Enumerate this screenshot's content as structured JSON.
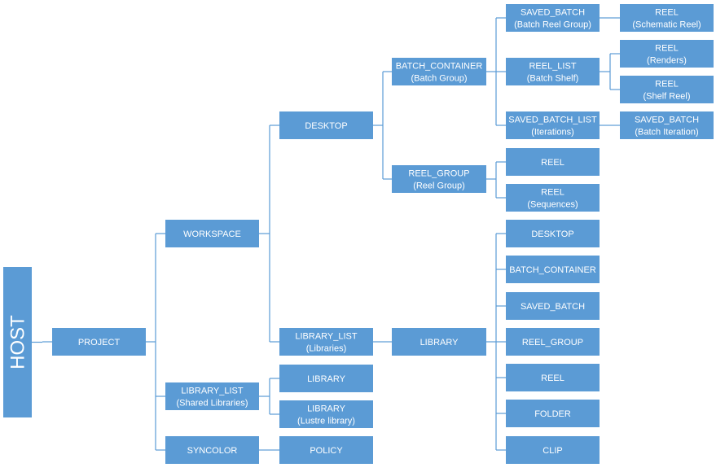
{
  "nodes": {
    "host": {
      "lines": [
        "HOST"
      ]
    },
    "project": {
      "lines": [
        "PROJECT"
      ]
    },
    "workspace": {
      "lines": [
        "WORKSPACE"
      ]
    },
    "library_list_shared": {
      "lines": [
        "LIBRARY_LIST",
        "(Shared Libraries)"
      ]
    },
    "syncolor": {
      "lines": [
        "SYNCOLOR"
      ]
    },
    "desktop": {
      "lines": [
        "DESKTOP"
      ]
    },
    "library_list": {
      "lines": [
        "LIBRARY_LIST",
        "(Libraries)"
      ]
    },
    "library_shared": {
      "lines": [
        "LIBRARY"
      ]
    },
    "library_lustre": {
      "lines": [
        "LIBRARY",
        "(Lustre library)"
      ]
    },
    "policy": {
      "lines": [
        "POLICY"
      ]
    },
    "batch_container": {
      "lines": [
        "BATCH_CONTAINER",
        "(Batch Group)"
      ]
    },
    "reel_group": {
      "lines": [
        "REEL_GROUP",
        "(Reel Group)"
      ]
    },
    "library": {
      "lines": [
        "LIBRARY"
      ]
    },
    "saved_batch": {
      "lines": [
        "SAVED_BATCH",
        "(Batch Reel Group)"
      ]
    },
    "reel_list": {
      "lines": [
        "REEL_LIST",
        "(Batch Shelf)"
      ]
    },
    "saved_batch_list": {
      "lines": [
        "SAVED_BATCH_LIST",
        "(Iterations)"
      ]
    },
    "reel_rg": {
      "lines": [
        "REEL"
      ]
    },
    "reel_sequences": {
      "lines": [
        "REEL",
        "(Sequences)"
      ]
    },
    "lib_desktop": {
      "lines": [
        "DESKTOP"
      ]
    },
    "lib_batch_container": {
      "lines": [
        "BATCH_CONTAINER"
      ]
    },
    "lib_saved_batch": {
      "lines": [
        "SAVED_BATCH"
      ]
    },
    "lib_reel_group": {
      "lines": [
        "REEL_GROUP"
      ]
    },
    "lib_reel": {
      "lines": [
        "REEL"
      ]
    },
    "lib_folder": {
      "lines": [
        "FOLDER"
      ]
    },
    "lib_clip": {
      "lines": [
        "CLIP"
      ]
    },
    "reel_schematic": {
      "lines": [
        "REEL",
        "(Schematic Reel)"
      ]
    },
    "reel_renders": {
      "lines": [
        "REEL",
        "(Renders)"
      ]
    },
    "reel_shelf": {
      "lines": [
        "REEL",
        "(Shelf Reel)"
      ]
    },
    "saved_batch_iter": {
      "lines": [
        "SAVED_BATCH",
        "(Batch Iteration)"
      ]
    }
  },
  "edges": [
    [
      "host",
      "project"
    ],
    [
      "project",
      "workspace"
    ],
    [
      "project",
      "library_list_shared"
    ],
    [
      "project",
      "syncolor"
    ],
    [
      "workspace",
      "desktop"
    ],
    [
      "workspace",
      "library_list"
    ],
    [
      "library_list_shared",
      "library_shared"
    ],
    [
      "library_list_shared",
      "library_lustre"
    ],
    [
      "syncolor",
      "policy"
    ],
    [
      "desktop",
      "batch_container"
    ],
    [
      "desktop",
      "reel_group"
    ],
    [
      "library_list",
      "library"
    ],
    [
      "batch_container",
      "saved_batch"
    ],
    [
      "batch_container",
      "reel_list"
    ],
    [
      "batch_container",
      "saved_batch_list"
    ],
    [
      "reel_group",
      "reel_rg"
    ],
    [
      "reel_group",
      "reel_sequences"
    ],
    [
      "library",
      "lib_desktop"
    ],
    [
      "library",
      "lib_batch_container"
    ],
    [
      "library",
      "lib_saved_batch"
    ],
    [
      "library",
      "lib_reel_group"
    ],
    [
      "library",
      "lib_reel"
    ],
    [
      "library",
      "lib_folder"
    ],
    [
      "library",
      "lib_clip"
    ],
    [
      "saved_batch",
      "reel_schematic"
    ],
    [
      "reel_list",
      "reel_renders"
    ],
    [
      "reel_list",
      "reel_shelf"
    ],
    [
      "saved_batch_list",
      "saved_batch_iter"
    ]
  ]
}
